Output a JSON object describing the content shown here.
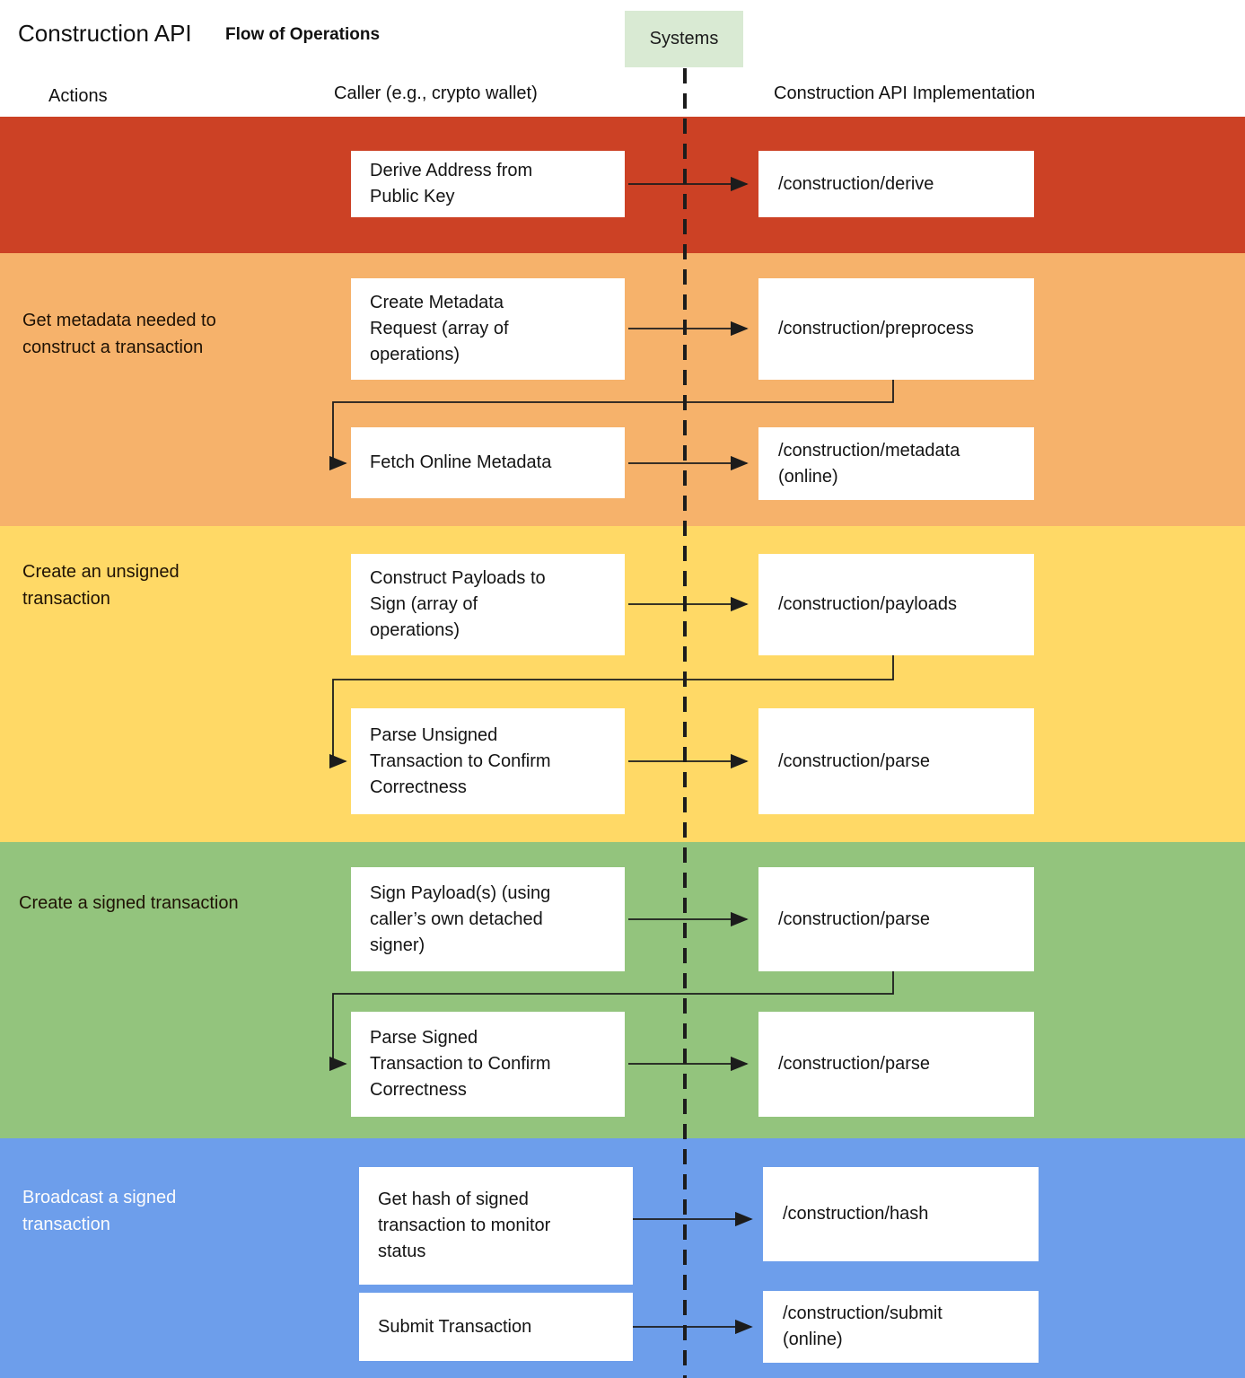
{
  "header": {
    "title": "Construction API",
    "subtitle": "Flow of Operations",
    "systems_label": "Systems",
    "columns": {
      "actions": "Actions",
      "caller": "Caller (e.g., crypto wallet)",
      "implementation": "Construction API Implementation"
    }
  },
  "colors": {
    "derive_band": "#cc4125",
    "metadata_band": "#f6b26b",
    "unsigned_band": "#ffd966",
    "signed_band": "#93c47d",
    "broadcast_band": "#6d9eeb",
    "systems_box": "#d9ead3",
    "step_box": "#ffffff",
    "connector": "#1c1c1c"
  },
  "bands": [
    {
      "id": "derive",
      "action_label": "",
      "rows": [
        {
          "caller": "Derive Address from\nPublic Key",
          "impl": "/construction/derive"
        }
      ]
    },
    {
      "id": "metadata",
      "action_label": "Get metadata needed to\nconstruct a transaction",
      "rows": [
        {
          "caller": "Create Metadata\nRequest (array of\noperations)",
          "impl": "/construction/preprocess"
        },
        {
          "caller": "Fetch Online Metadata",
          "impl": "/construction/metadata\n(online)"
        }
      ]
    },
    {
      "id": "unsigned",
      "action_label": "Create an unsigned\ntransaction",
      "rows": [
        {
          "caller": "Construct Payloads to\nSign (array of\noperations)",
          "impl": "/construction/payloads"
        },
        {
          "caller": "Parse Unsigned\nTransaction to Confirm\nCorrectness",
          "impl": "/construction/parse"
        }
      ]
    },
    {
      "id": "signed",
      "action_label": "Create a signed transaction",
      "rows": [
        {
          "caller": "Sign Payload(s) (using\ncaller’s own detached\nsigner)",
          "impl": "/construction/parse"
        },
        {
          "caller": "Parse Signed\nTransaction to Confirm\nCorrectness",
          "impl": "/construction/parse"
        }
      ]
    },
    {
      "id": "broadcast",
      "action_label": "Broadcast a signed\ntransaction",
      "rows": [
        {
          "caller": "Get hash of signed\ntransaction to monitor\nstatus",
          "impl": "/construction/hash"
        },
        {
          "caller": "Submit Transaction",
          "impl": "/construction/submit\n(online)"
        }
      ]
    }
  ]
}
